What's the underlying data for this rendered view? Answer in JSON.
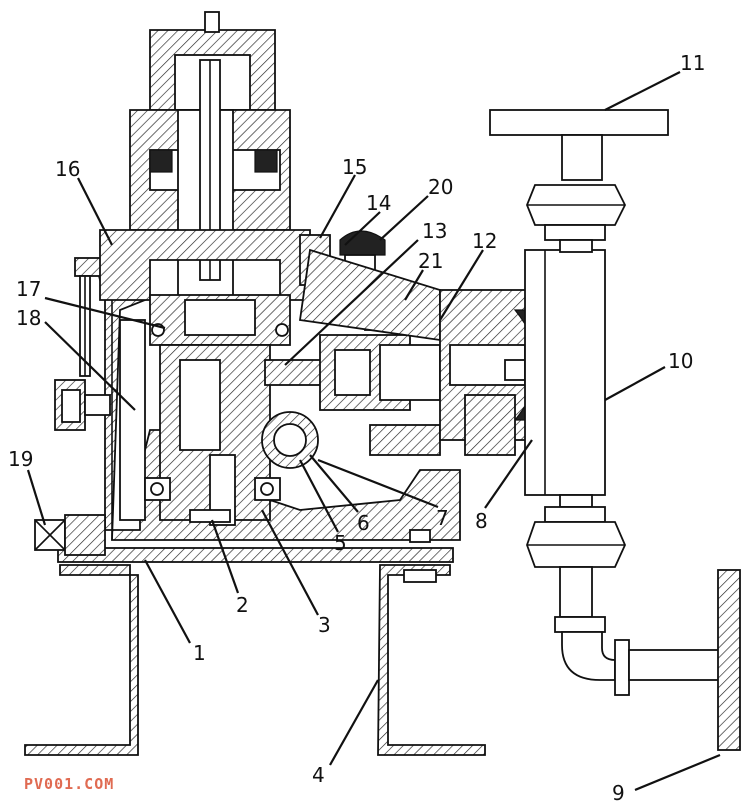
{
  "labels": [
    {
      "id": "1",
      "text": "1"
    },
    {
      "id": "2",
      "text": "2"
    },
    {
      "id": "3",
      "text": "3"
    },
    {
      "id": "4",
      "text": "4"
    },
    {
      "id": "5",
      "text": "5"
    },
    {
      "id": "6",
      "text": "6"
    },
    {
      "id": "7",
      "text": "7"
    },
    {
      "id": "8",
      "text": "8"
    },
    {
      "id": "9",
      "text": "9"
    },
    {
      "id": "10",
      "text": "10"
    },
    {
      "id": "11",
      "text": "11"
    },
    {
      "id": "12",
      "text": "12"
    },
    {
      "id": "13",
      "text": "13"
    },
    {
      "id": "14",
      "text": "14"
    },
    {
      "id": "15",
      "text": "15"
    },
    {
      "id": "16",
      "text": "16"
    },
    {
      "id": "17",
      "text": "17"
    },
    {
      "id": "18",
      "text": "18"
    },
    {
      "id": "19",
      "text": "19"
    },
    {
      "id": "20",
      "text": "20"
    },
    {
      "id": "21",
      "text": "21"
    }
  ],
  "watermark": "PV001.COM"
}
